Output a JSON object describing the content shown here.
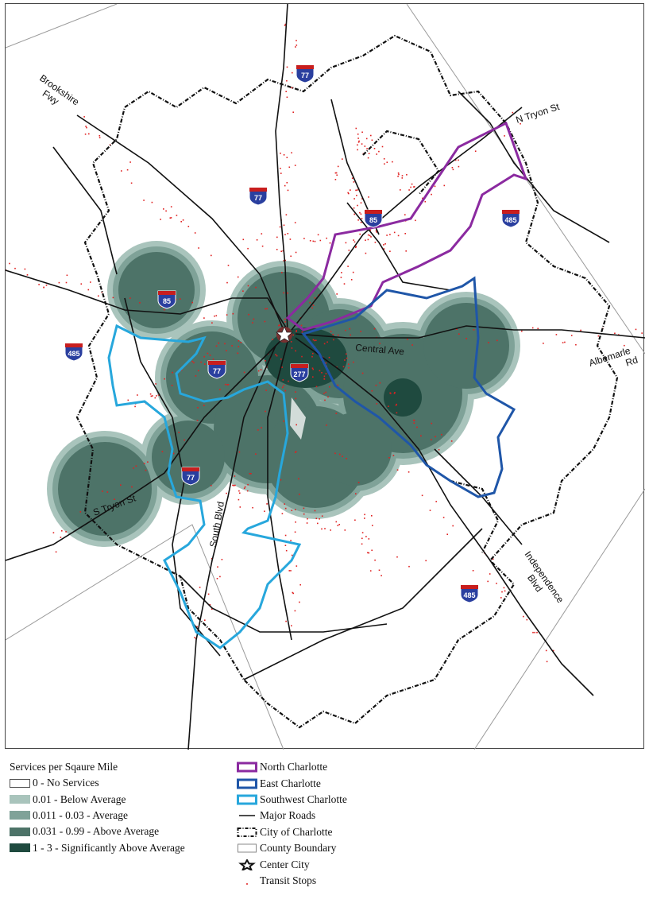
{
  "map": {
    "road_labels": {
      "brookshire": [
        "Brookshire",
        "Fwy"
      ],
      "n_tryon": "N Tryon St",
      "central_ave": "Central Ave",
      "albemarle": [
        "Albemarle",
        "Rd"
      ],
      "s_tryon": "S Tryon St",
      "south_blvd": "South Blvd",
      "independence": [
        "Independence",
        "Blvd"
      ]
    },
    "shields": [
      {
        "id": "i77-north",
        "number": "77"
      },
      {
        "id": "i77-mid",
        "number": "77"
      },
      {
        "id": "i85-ne",
        "number": "85"
      },
      {
        "id": "i485-ne",
        "number": "485"
      },
      {
        "id": "i85-west",
        "number": "85"
      },
      {
        "id": "i485-west",
        "number": "485"
      },
      {
        "id": "i77-center",
        "number": "77"
      },
      {
        "id": "i277",
        "number": "277"
      },
      {
        "id": "i77-south",
        "number": "77"
      },
      {
        "id": "i485-se",
        "number": "485"
      }
    ],
    "colors": {
      "density_below_average": "#a9c4bc",
      "density_average": "#7fa298",
      "density_above_average": "#4d7368",
      "density_significantly_above": "#1f4a3f",
      "north_charlotte": "#8b2aa0",
      "east_charlotte": "#1f56a8",
      "southwest_charlotte": "#27a7dc",
      "transit_stops": "#e02020",
      "interstate_shield": "#2a3f9f",
      "interstate_shield_top": "#c81e1e"
    }
  },
  "legend": {
    "density_title": "Services per Sqaure Mile",
    "density_classes": [
      {
        "label": "0 - No Services",
        "color": "#ffffff"
      },
      {
        "label": "0.01 - Below Average",
        "color": "#a9c4bc"
      },
      {
        "label": "0.011 - 0.03 - Average",
        "color": "#7fa298"
      },
      {
        "label": "0.031 - 0.99 - Above Average",
        "color": "#4d7368"
      },
      {
        "label": "1 - 3 - Significantly Above Average",
        "color": "#1f4a3f"
      }
    ],
    "overlay_items": [
      {
        "label": "North Charlotte",
        "symbol": "outline",
        "color": "#8b2aa0"
      },
      {
        "label": "East Charlotte",
        "symbol": "outline",
        "color": "#1f56a8"
      },
      {
        "label": "Southwest Charlotte",
        "symbol": "outline",
        "color": "#27a7dc"
      },
      {
        "label": "Major Roads",
        "symbol": "line",
        "color": "#111111"
      },
      {
        "label": "City of Charlotte",
        "symbol": "dashed-outline",
        "color": "#111111"
      },
      {
        "label": "County Boundary",
        "symbol": "thin-outline",
        "color": "#888888"
      },
      {
        "label": "Center City",
        "symbol": "star",
        "color": "#111111"
      },
      {
        "label": "Transit Stops",
        "symbol": "dot",
        "color": "#e02020"
      }
    ]
  }
}
